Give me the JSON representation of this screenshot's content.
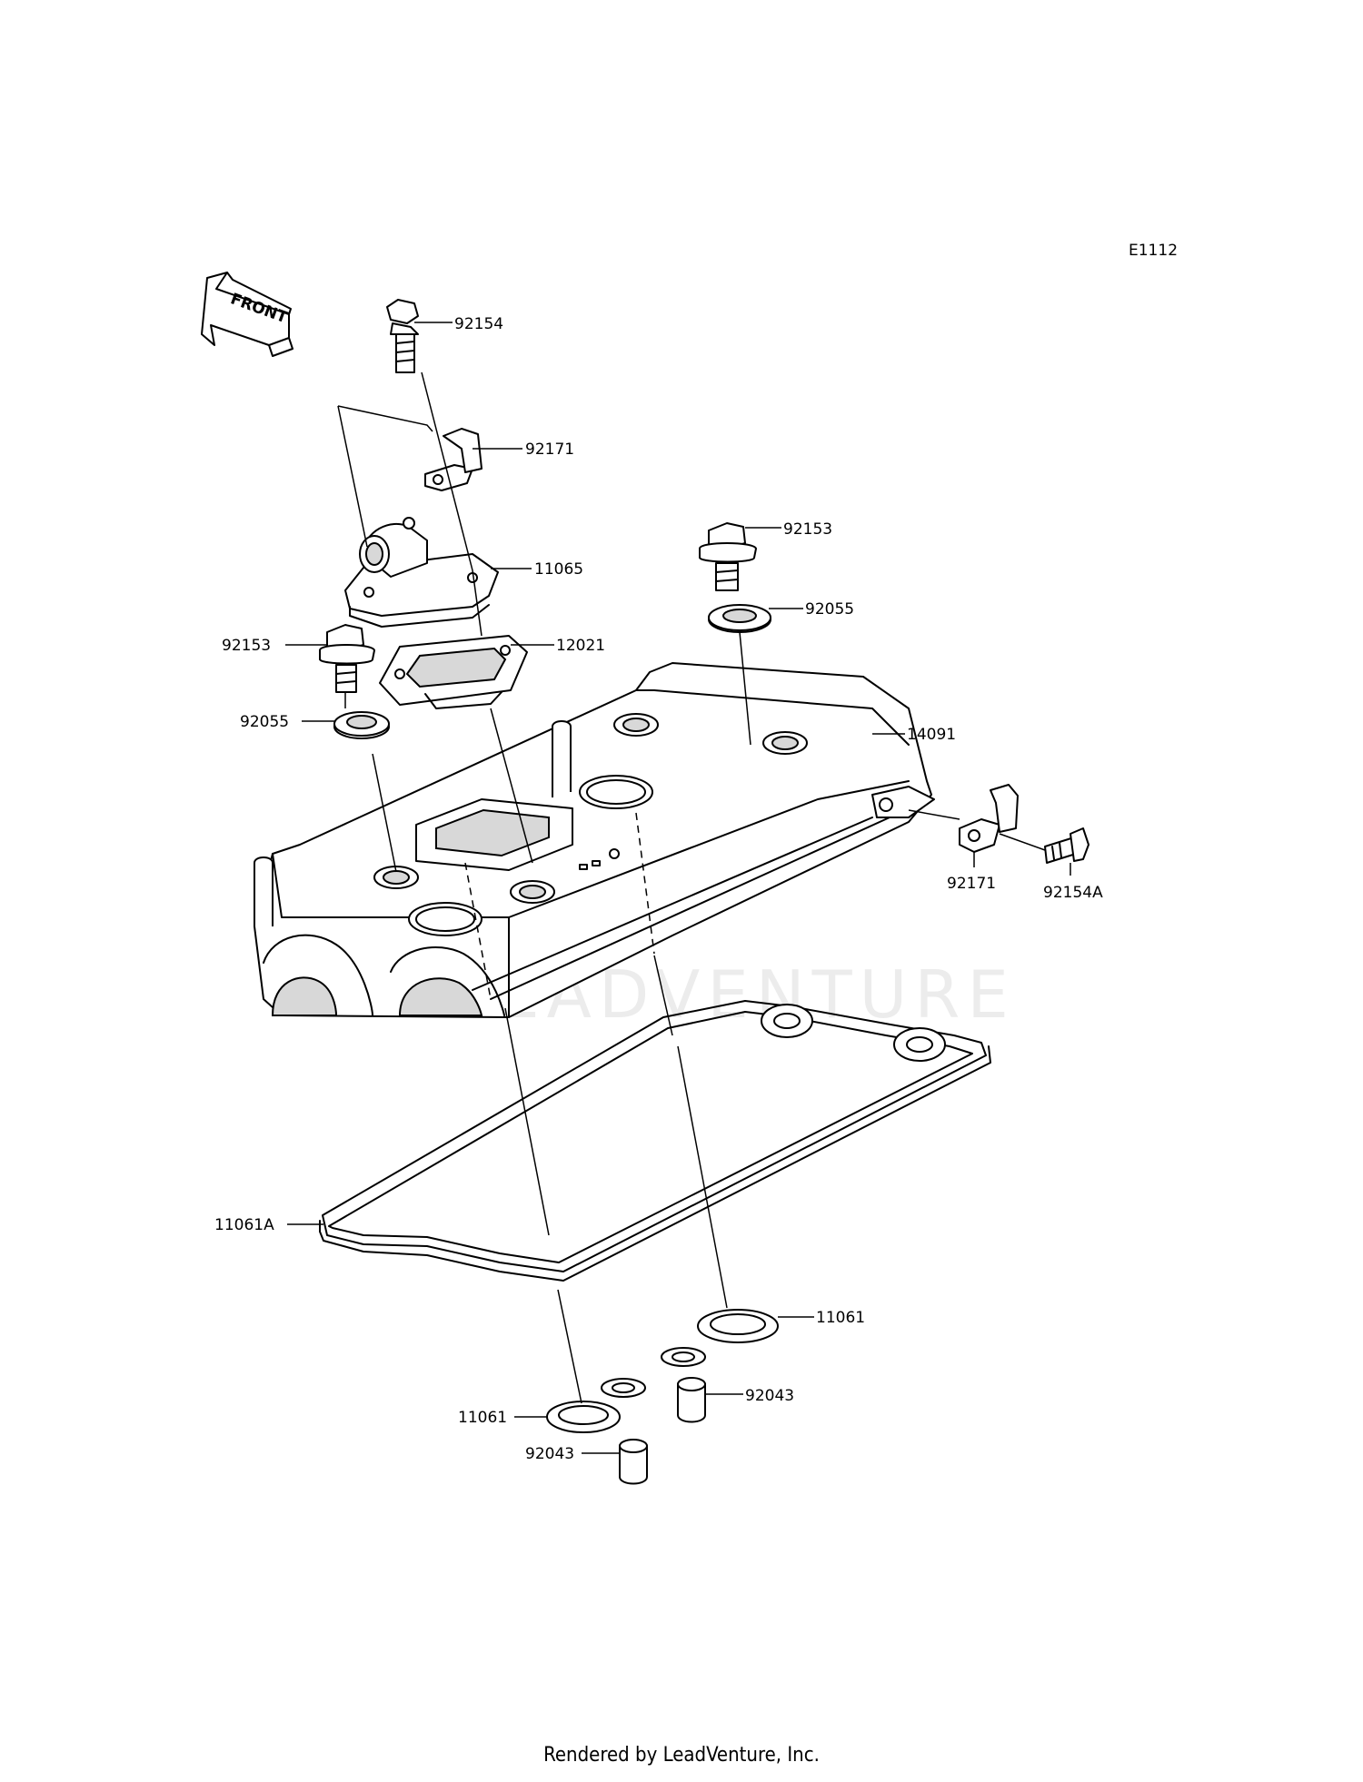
{
  "diagram_code": "E1112",
  "front_label": "FRONT",
  "footer": "Rendered by LeadVenture, Inc.",
  "watermark": "LEADVENTURE",
  "parts": [
    {
      "id": "p-92154",
      "number": "92154"
    },
    {
      "id": "p-92171-top",
      "number": "92171"
    },
    {
      "id": "p-11065",
      "number": "11065"
    },
    {
      "id": "p-92153-right",
      "number": "92153"
    },
    {
      "id": "p-92055-right",
      "number": "92055"
    },
    {
      "id": "p-92153-left",
      "number": "92153"
    },
    {
      "id": "p-12021",
      "number": "12021"
    },
    {
      "id": "p-92055-left",
      "number": "92055"
    },
    {
      "id": "p-14091",
      "number": "14091"
    },
    {
      "id": "p-92171-right",
      "number": "92171"
    },
    {
      "id": "p-92154A",
      "number": "92154A"
    },
    {
      "id": "p-11061A",
      "number": "11061A"
    },
    {
      "id": "p-11061-right",
      "number": "11061"
    },
    {
      "id": "p-92043-right",
      "number": "92043"
    },
    {
      "id": "p-11061-left",
      "number": "11061"
    },
    {
      "id": "p-92043-left",
      "number": "92043"
    }
  ]
}
